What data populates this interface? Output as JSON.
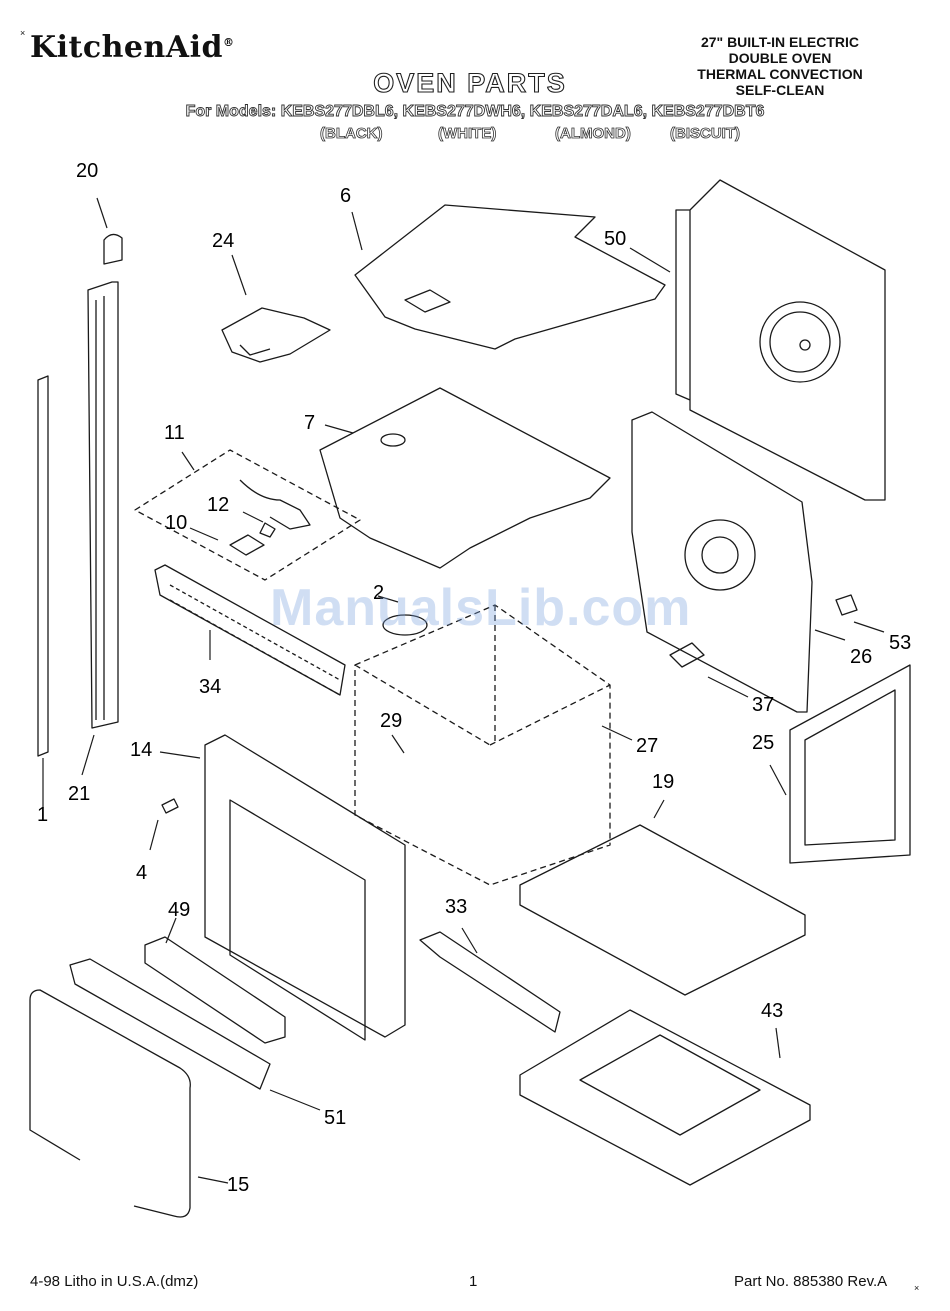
{
  "header": {
    "brand": "KitchenAid",
    "brand_mark": "®",
    "spec_lines": [
      "27\" BUILT-IN ELECTRIC",
      "DOUBLE OVEN",
      "THERMAL CONVECTION",
      "SELF-CLEAN"
    ],
    "title": "OVEN PARTS",
    "models_label": "For Models: KEBS277DBL6, KEBS277DWH6, KEBS277DAL6, KEBS277DBT6",
    "colors": [
      "(BLACK)",
      "(WHITE)",
      "(ALMOND)",
      "(BISCUIT)"
    ]
  },
  "callouts": [
    "20",
    "24",
    "6",
    "50",
    "7",
    "11",
    "12",
    "10",
    "2",
    "34",
    "29",
    "27",
    "26",
    "53",
    "37",
    "25",
    "14",
    "19",
    "4",
    "21",
    "1",
    "49",
    "33",
    "43",
    "51",
    "15"
  ],
  "watermark": "ManualsLib.com",
  "footer": {
    "left": "4-98 Litho in U.S.A.(dmz)",
    "center": "1",
    "right": "Part No. 885380 Rev.A"
  },
  "colors_used": {
    "line": "#1a1a1a",
    "watermark": "#7aa0dc"
  }
}
